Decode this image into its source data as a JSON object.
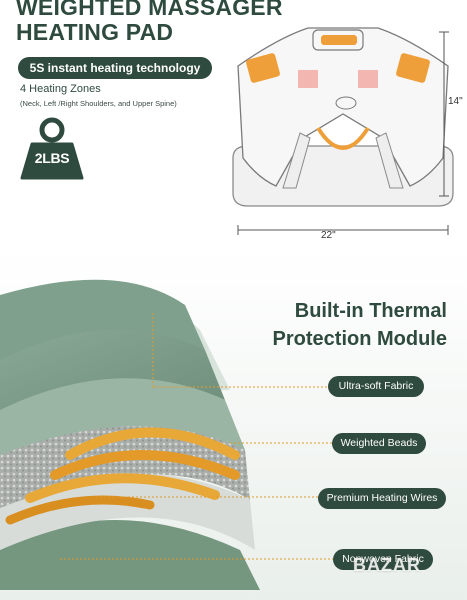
{
  "header": {
    "title_line1": "WEIGHTED MASSAGER",
    "title_line2": "HEATING PAD",
    "badge": "5S instant heating technology",
    "zones_title": "4 Heating Zones",
    "zones_detail": "(Neck, Left /Right Shoulders, and Upper Spine)",
    "weight": "2LBS"
  },
  "dimensions": {
    "width": "22\"",
    "height": "14\""
  },
  "section": {
    "heading_line1": "Built-in Thermal",
    "heading_line2": "Protection Module",
    "layers": [
      "Ultra-soft Fabric",
      "Weighted Beads",
      "Premium Heating Wires",
      "Nonwoven Fabric"
    ]
  },
  "colors": {
    "brand": "#2f4a3f",
    "fabric": "#7f9e8c",
    "heating": "#e8a838",
    "beads": "#b9bdbb"
  },
  "watermark": "BAZAR"
}
